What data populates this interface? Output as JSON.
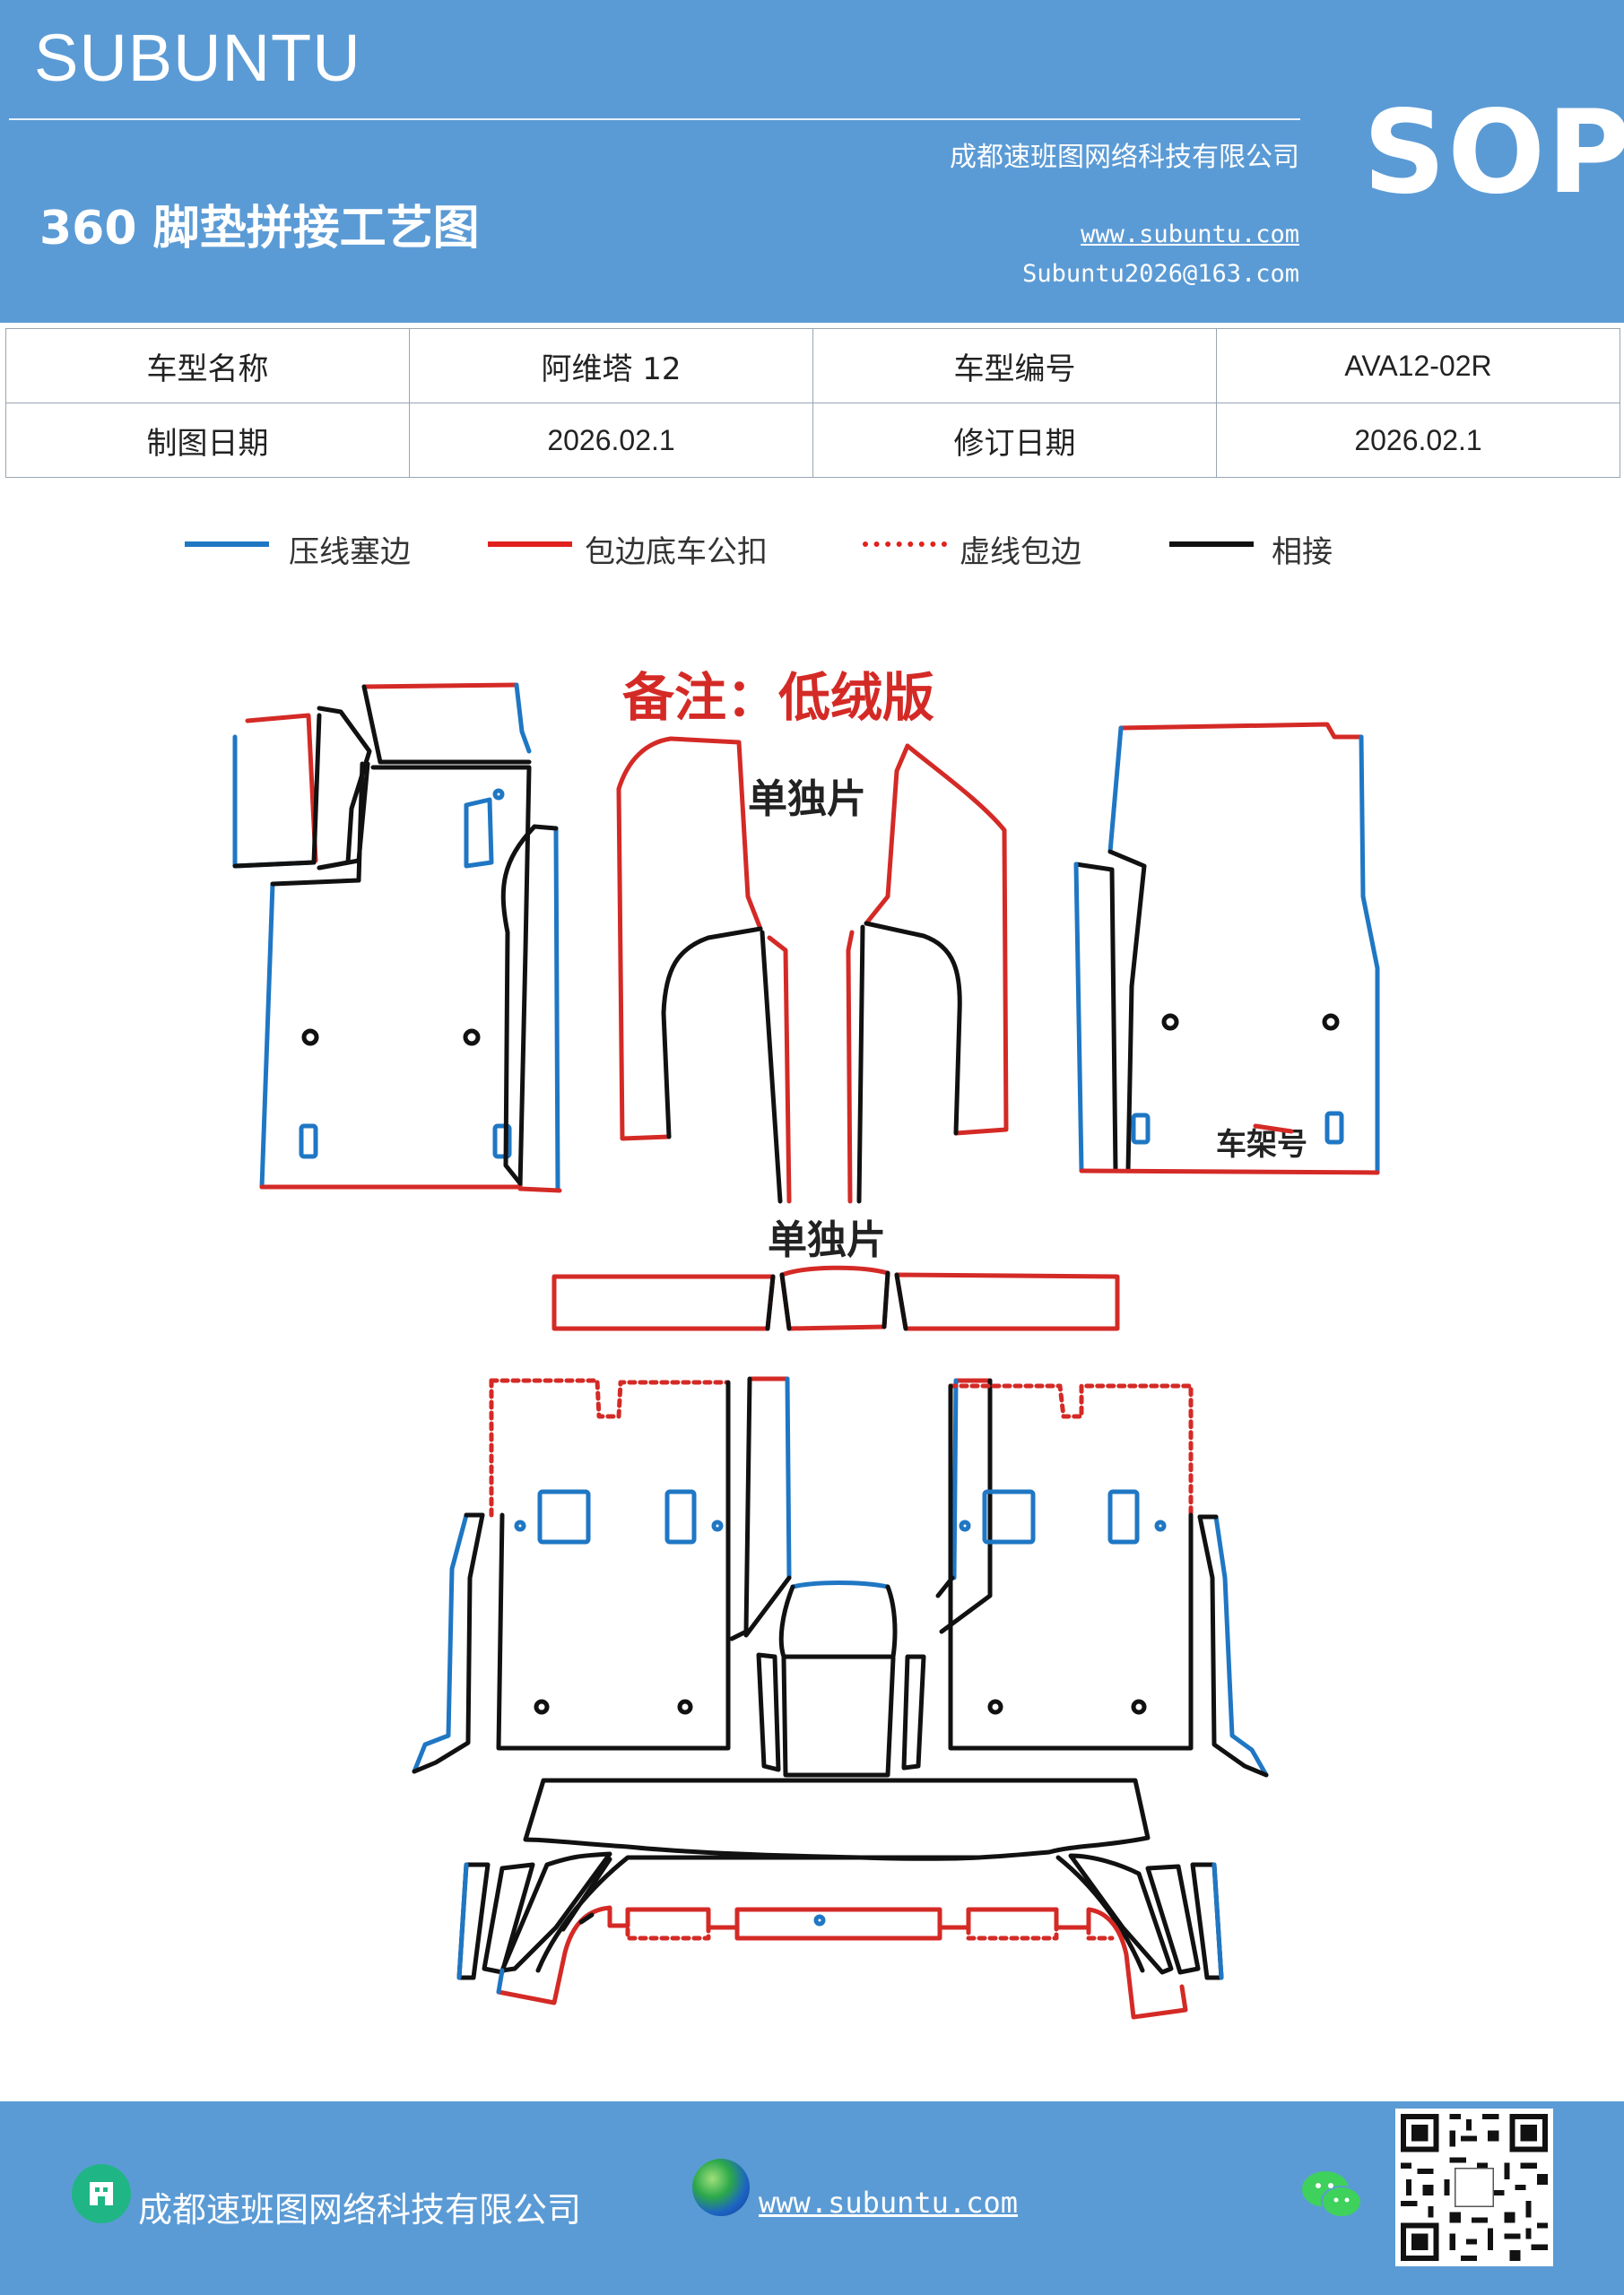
{
  "header": {
    "brand": "SUBUNTU",
    "company": "成都速班图网络科技有限公司",
    "title": "360 脚垫拼接工艺图",
    "website": "www.subuntu.com",
    "email": "Subuntu2026@163.com",
    "badge": "SOP"
  },
  "info_table": {
    "model_name_label": "车型名称",
    "model_name_value": "阿维塔 12",
    "model_code_label": "车型编号",
    "model_code_value": "AVA12-02R",
    "draw_date_label": "制图日期",
    "draw_date_value": "2026.02.1",
    "revise_date_label": "修订日期",
    "revise_date_value": "2026.02.1"
  },
  "legend": [
    {
      "label": "压线塞边",
      "color": "#1f77c4",
      "style": "solid"
    },
    {
      "label": "包边底车公扣",
      "color": "#e0211d",
      "style": "solid"
    },
    {
      "label": "虚线包边",
      "color": "#e0211d",
      "style": "dotted"
    },
    {
      "label": "相接",
      "color": "#111111",
      "style": "solid"
    }
  ],
  "diagram": {
    "note": "备注：低绒版",
    "single_piece_1": "单独片",
    "single_piece_2": "单独片",
    "vin_label": "车架号",
    "colors": {
      "blue": "#1f77c4",
      "red": "#d42a26",
      "black": "#111111"
    }
  },
  "footer": {
    "company": "成都速班图网络科技有限公司",
    "website": "www.subuntu.com",
    "icons": [
      "building-icon",
      "globe-icon",
      "wechat-icon",
      "qr-code"
    ]
  }
}
